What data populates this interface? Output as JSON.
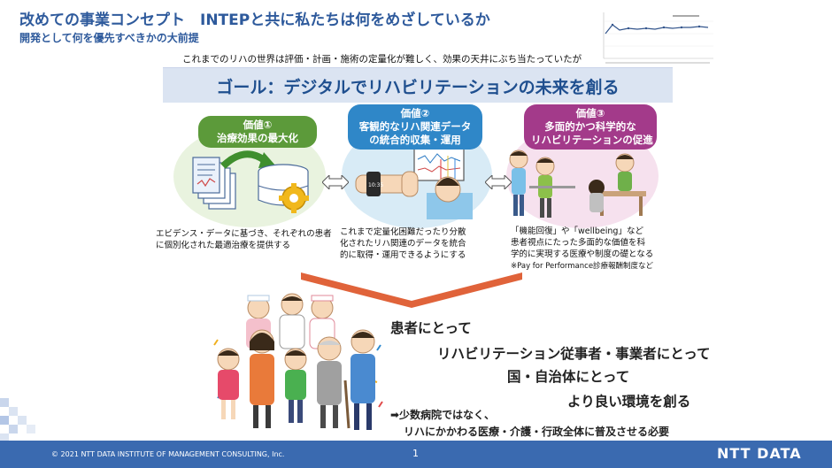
{
  "header": {
    "title": "改めての事業コンセプト　INTEPと共に私たちは何をめざしているか",
    "subtitle": "開発として何を優先すべきかの大前提"
  },
  "premise": "これまでのリハの世界は評価・計画・施術の定量化が難しく、効果の天井にぶち当たっていたが",
  "goal": "ゴール：デジタルでリハビリテーションの未来を創る",
  "values": [
    {
      "tag_lines": [
        "価値①",
        "治療効果の最大化"
      ],
      "desc_lines": [
        "エビデンス・データに基づき、それぞれの患者",
        "に個別化された最適治療を提供する"
      ],
      "color": "#5c9a3a"
    },
    {
      "tag_lines": [
        "価値②",
        "客観的なリハ関連データ",
        "の統合的収集・運用"
      ],
      "desc_lines": [
        "これまで定量化困難だったり分散",
        "化されたリハ関連のデータを統合",
        "的に取得・運用できるようにする"
      ],
      "color": "#2f87c8"
    },
    {
      "tag_lines": [
        "価値③",
        "多面的かつ科学的な",
        "リハビリテーションの促進"
      ],
      "desc_lines": [
        "「機能回復」や「wellbeing」など",
        "患者視点にたった多面的な価値を科",
        "学的に実現する医療や制度の礎となる"
      ],
      "note": "※Pay for Performance診療報酬制度など",
      "color": "#a33a8a"
    }
  ],
  "messages": [
    "患者にとって",
    "リハビリテーション従事者・事業者にとって",
    "国・自治体にとって",
    "より良い環境を創る"
  ],
  "bottom": {
    "line1": "➡少数病院ではなく、",
    "line2": "リハにかかわる医療・介護・行政全体に普及させる必要"
  },
  "footer": {
    "copyright": "© 2021 NTT DATA INSTITUTE OF MANAGEMENT CONSULTING, Inc.",
    "page": "1",
    "logo": "NTT DATA"
  },
  "colors": {
    "primary": "#2e5a9c",
    "goal_band": "#dbe4f2",
    "footer": "#3a6ab0",
    "chevron": "#e0633a"
  }
}
